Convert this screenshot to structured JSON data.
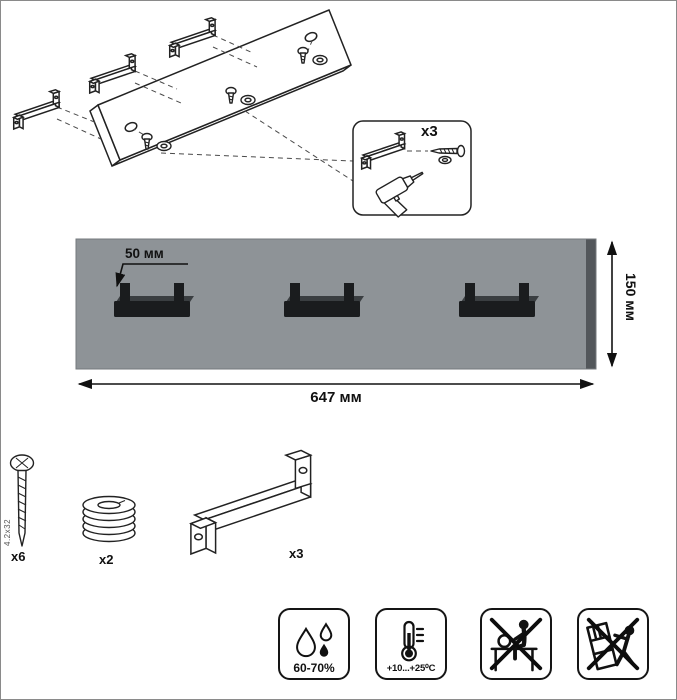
{
  "assembly": {
    "callout_count": "x3"
  },
  "dimensions": {
    "hook_offset": "50 мм",
    "height": "150 мм",
    "width": "647 мм"
  },
  "parts": {
    "screw": {
      "count": "x6",
      "size": "4.2x32"
    },
    "washer": {
      "count": "x2"
    },
    "hook": {
      "count": "x3"
    }
  },
  "conditions": {
    "humidity": "60-70%",
    "temperature": "+10...+25⁰C"
  },
  "icons": {
    "humidity": "water-drops-icon",
    "temperature": "thermometer-icon",
    "no_sitting": "no-sitting-icon",
    "no_tipping": "no-tipping-icon"
  },
  "colors": {
    "panel-gray": "#8e9397",
    "panel-edge-dark": "#53575b",
    "hook-black": "#1a1c1e"
  }
}
